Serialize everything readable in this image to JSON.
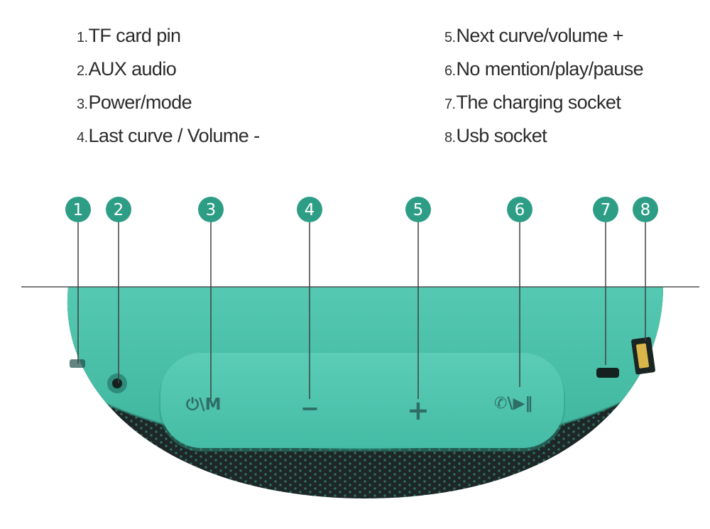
{
  "legend": {
    "left": [
      {
        "num": "1.",
        "text": "TF card pin"
      },
      {
        "num": "2.",
        "text": "AUX audio"
      },
      {
        "num": "3.",
        "text": "Power/mode"
      },
      {
        "num": "4.",
        "text": "Last curve / Volume -"
      }
    ],
    "right": [
      {
        "num": "5.",
        "text": "Next curve/volume +"
      },
      {
        "num": "6.",
        "text": "No mention/play/pause"
      },
      {
        "num": "7.",
        "text": "The charging socket"
      },
      {
        "num": "8.",
        "text": "Usb socket"
      }
    ]
  },
  "callouts": [
    "1",
    "2",
    "3",
    "4",
    "5",
    "6",
    "7",
    "8"
  ],
  "buttons": {
    "power_mode": "⏻\\M",
    "volume_down": "−",
    "volume_up": "+",
    "call_play": "✆\\▶‖"
  },
  "colors": {
    "badge": "#2e9d86",
    "body": "#48bfa8",
    "panel": "#4fc6b0",
    "grille": "#1d2726",
    "leader": "#404040"
  }
}
